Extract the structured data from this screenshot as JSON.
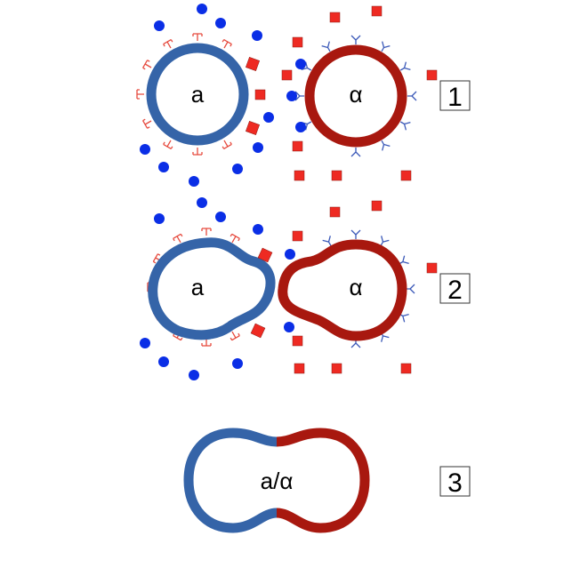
{
  "colors": {
    "blue": "#3564a8",
    "red": "#a8180f",
    "dot_blue": "#0a2ee6",
    "square_red": "#ee2a22",
    "receptor_red": "#e64a3e",
    "receptor_blue": "#3b59b8"
  },
  "stages": [
    {
      "step": "1",
      "left_label": "a",
      "right_label": "α"
    },
    {
      "step": "2",
      "left_label": "a",
      "right_label": "α"
    },
    {
      "step": "3",
      "fused_label": "a/α"
    }
  ]
}
